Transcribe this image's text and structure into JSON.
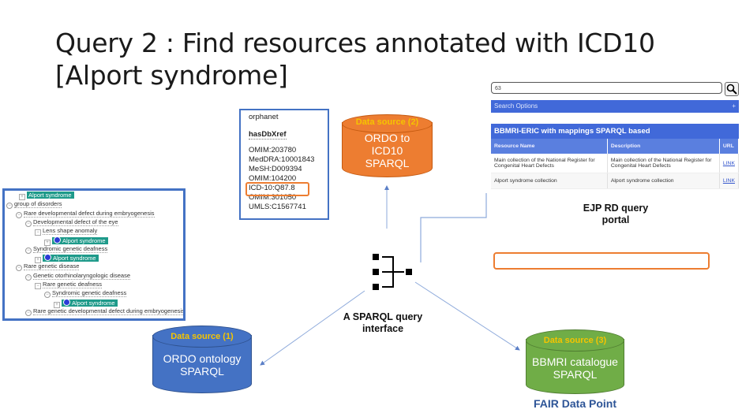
{
  "title": {
    "line1": "Query 2 : Find resources annotated with ICD10",
    "line2": "[Alport syndrome]"
  },
  "ontology_tree": {
    "rows": [
      {
        "label": "Alport syndrome",
        "highlight": true,
        "icon": false,
        "toggle": "plus-box"
      },
      {
        "label": "group of disorders",
        "highlight": false,
        "toggle": "minus"
      },
      {
        "label": "Rare developmental defect during embryogenesis",
        "highlight": false,
        "toggle": "minus"
      },
      {
        "label": "Developmental defect of the eye",
        "highlight": false,
        "toggle": "minus"
      },
      {
        "label": "Lens shape anomaly",
        "highlight": false,
        "toggle": "minus-box"
      },
      {
        "label": "Alport syndrome",
        "highlight": true,
        "icon": true,
        "toggle": "plus-box"
      },
      {
        "label": "Syndromic genetic deafness",
        "highlight": false,
        "toggle": "minus"
      },
      {
        "label": "Alport syndrome",
        "highlight": true,
        "icon": true,
        "toggle": "plus-box"
      },
      {
        "label": "Rare genetic disease",
        "highlight": false,
        "toggle": "minus"
      },
      {
        "label": "Genetic otorhinolaryngologic disease",
        "highlight": false,
        "toggle": "minus"
      },
      {
        "label": "Rare genetic deafness",
        "highlight": false,
        "toggle": "minus-box"
      },
      {
        "label": "Syndromic genetic deafness",
        "highlight": false,
        "toggle": "minus"
      },
      {
        "label": "Alport syndrome",
        "highlight": true,
        "icon": true,
        "toggle": "plus-box"
      },
      {
        "label": "Rare genetic developmental defect during embryogenesis",
        "highlight": false,
        "toggle": "minus"
      }
    ]
  },
  "xref_panel": {
    "source": "orphanet",
    "property": "hasDbXref",
    "items": [
      "OMIM:203780",
      "MedDRA:10001843",
      "MeSH:D009394",
      "OMIM:104200",
      "ICD-10:Q87.8",
      "OMIM:301050",
      "UMLS:C1567741"
    ],
    "highlighted_item": "ICD-10:Q87.8"
  },
  "data_sources": [
    {
      "tag": "Data source (1)",
      "lines": [
        "ORDO ontology",
        "SPARQL"
      ],
      "color": "#4472c4"
    },
    {
      "tag": "Data source (2)",
      "lines": [
        "ORDO to",
        "ICD10",
        "SPARQL"
      ],
      "color": "#ed7d31"
    },
    {
      "tag": "Data source (3)",
      "lines": [
        "BBMRI catalogue",
        "SPARQL"
      ],
      "color": "#70ad47"
    }
  ],
  "fair_label": "FAIR Data Point",
  "sparql_interface": {
    "icon": "hierarchy-merge-icon",
    "label_line1": "A SPARQL query",
    "label_line2": "interface"
  },
  "portal": {
    "search_value": "63",
    "search_icon": "search-icon",
    "search_options_label": "Search Options",
    "search_options_toggle": "+",
    "table_title": "BBMRI-ERIC with mappings SPARQL based",
    "columns": [
      "Resource Name",
      "Description",
      "URL"
    ],
    "rows": [
      {
        "name": "Main collection of the National Register for Congenital Heart Defects",
        "description": "Main collection of the National Register for Congenital Heart Defects",
        "url": "LINK"
      },
      {
        "name": "Alport syndrome collection",
        "description": "Alport syndrome collection",
        "url": "LINK"
      }
    ],
    "highlighted_row": "Alport syndrome collection",
    "label_line1": "EJP RD query",
    "label_line2": "portal"
  },
  "colors": {
    "accent_blue": "#4472c4",
    "highlight_orange": "#ed7d31",
    "tree_highlight": "#1e9a8a",
    "portal_blue": "#4169d9",
    "data_source_tag": "#f5c400",
    "connector": "#8eaadb"
  }
}
